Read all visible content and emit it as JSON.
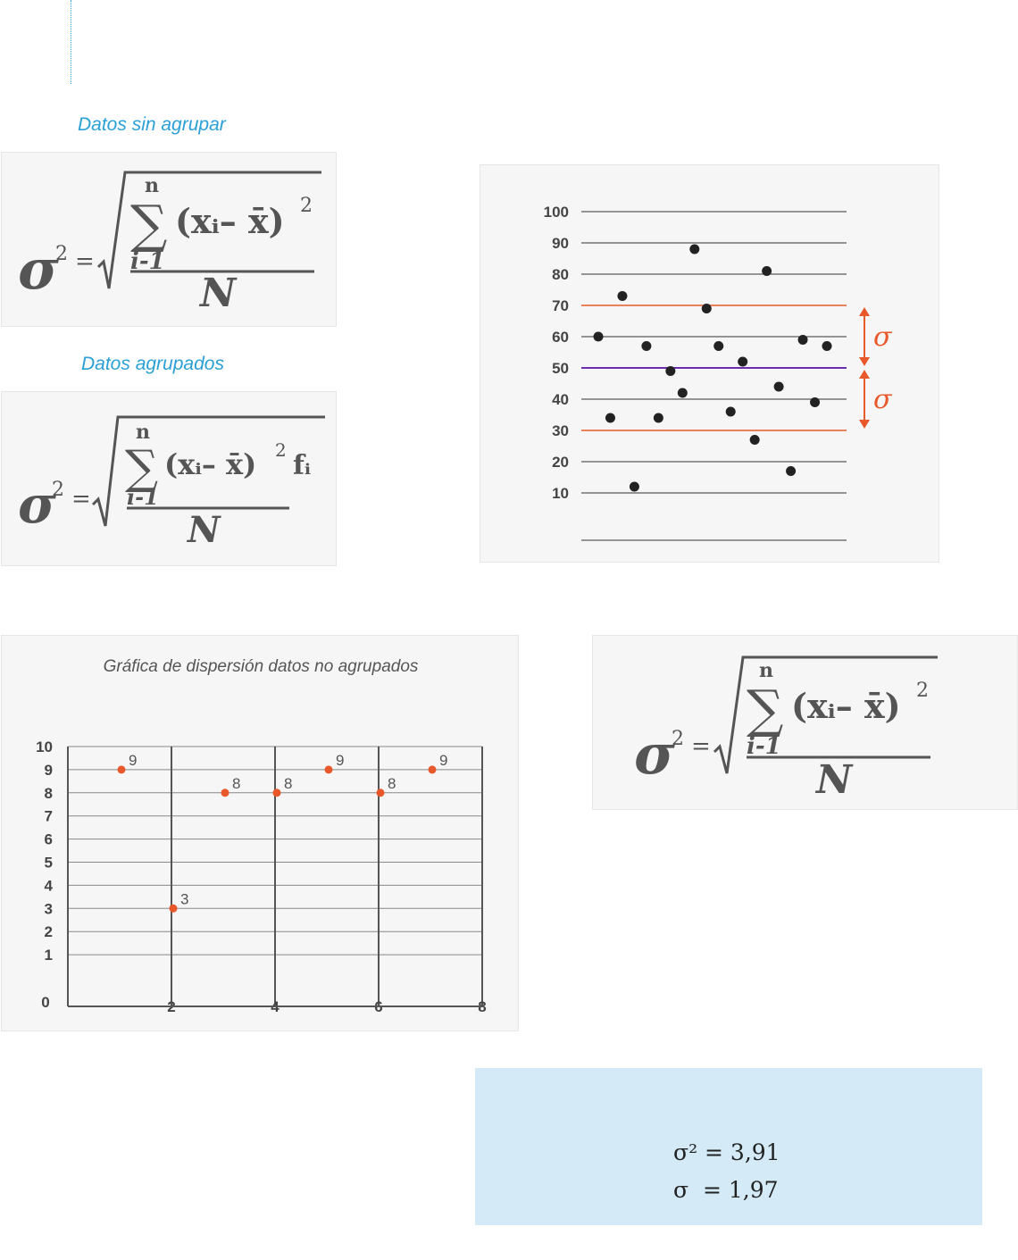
{
  "captions": {
    "ungrouped": "Datos sin agrupar",
    "grouped": "Datos agrupados"
  },
  "formula": {
    "sigma_sq": "σ",
    "exp": "2",
    "eq": "=",
    "upper": "n",
    "lower": "i-1",
    "term": "(xᵢ– x̄)",
    "freq": "fᵢ",
    "den": "N"
  },
  "results": {
    "variance": "σ² = 3,91",
    "std": "σ  = 1,97"
  },
  "chart_data": [
    {
      "type": "scatter",
      "title": "",
      "yticks": [
        10,
        20,
        30,
        40,
        50,
        60,
        70,
        80,
        90,
        100
      ],
      "ylim": [
        0,
        100
      ],
      "mean_line": 50,
      "band_lines": [
        30,
        70
      ],
      "sigma_label": "σ",
      "points": [
        [
          1,
          60
        ],
        [
          2,
          34
        ],
        [
          3,
          73
        ],
        [
          4,
          12
        ],
        [
          5,
          57
        ],
        [
          6,
          34
        ],
        [
          7,
          49
        ],
        [
          8,
          42
        ],
        [
          9,
          88
        ],
        [
          10,
          69
        ],
        [
          11,
          57
        ],
        [
          12,
          36
        ],
        [
          13,
          52
        ],
        [
          14,
          27
        ],
        [
          15,
          81
        ],
        [
          16,
          44
        ],
        [
          17,
          17
        ],
        [
          18,
          59
        ],
        [
          19,
          39
        ],
        [
          20,
          57
        ]
      ],
      "colors": {
        "points": "#222222",
        "band": "#e8582a",
        "mean": "#6a2fb0",
        "grid": "#333333"
      }
    },
    {
      "type": "scatter",
      "title": "Gráfica de dispersión datos no agrupados",
      "xlim": [
        0,
        8
      ],
      "ylim": [
        0,
        10
      ],
      "xticks": [
        2,
        4,
        6,
        8
      ],
      "yticks": [
        1,
        2,
        3,
        4,
        5,
        6,
        7,
        8,
        9,
        10
      ],
      "origin_label": "0",
      "x": [
        1,
        2,
        3,
        4,
        5,
        6,
        7
      ],
      "y": [
        9,
        3,
        8,
        8,
        9,
        8,
        9
      ],
      "data_labels": [
        "9",
        "3",
        "8",
        "8",
        "9",
        "8",
        "9"
      ],
      "colors": {
        "points": "#e8582a",
        "grid": "#555555"
      }
    }
  ]
}
